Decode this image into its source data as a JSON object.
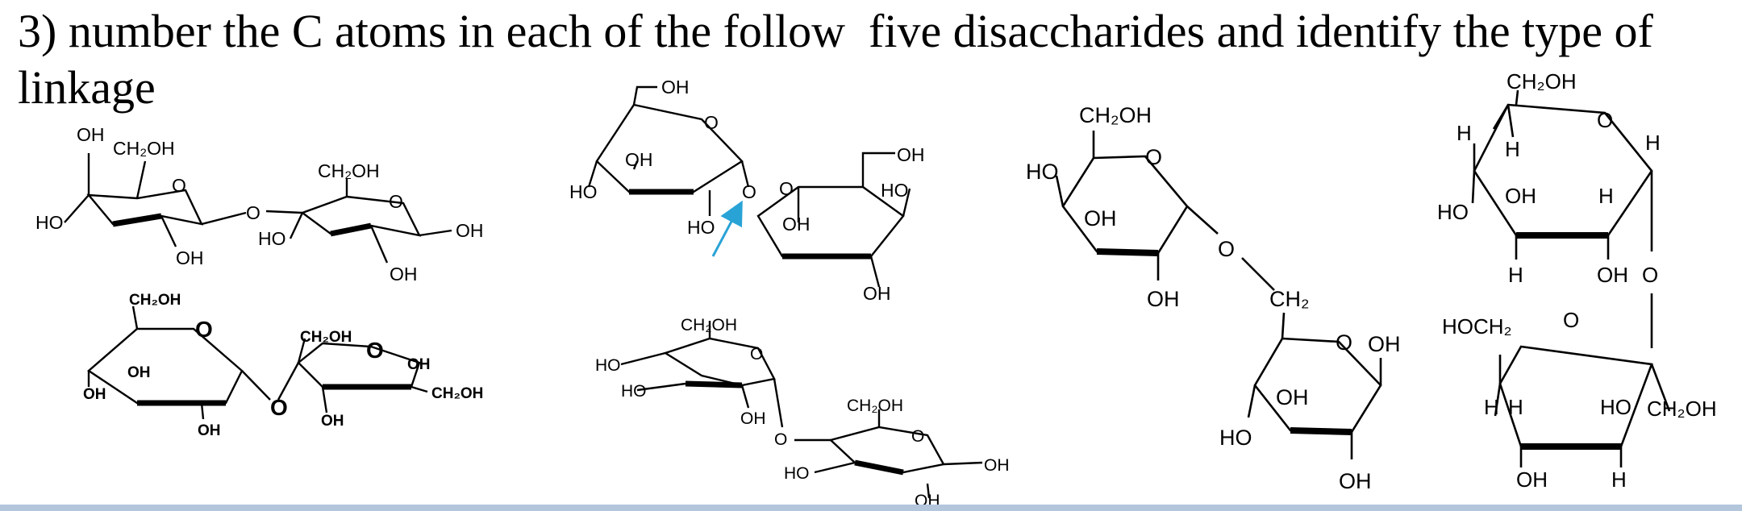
{
  "slide": {
    "title": "3) number the C atoms in each of the follow  five disaccharides and identify the type of linkage"
  },
  "colors": {
    "text": "#000000",
    "arrow": "#29a3d6",
    "bottom_rule": "#b3c6dc"
  },
  "molecules": {
    "m1": {
      "ring1": {
        "oh_top": "OH",
        "ch2oh": "CH₂OH",
        "o_ring": "O",
        "ho_left": "HO",
        "oh_bottom": "OH"
      },
      "bridge_o": "O",
      "ring2": {
        "ch2oh": "CH₂OH",
        "o_ring": "O",
        "ho_left": "HO",
        "oh_right": "OH",
        "oh_bottom": "OH"
      }
    },
    "m2": {
      "ring1": {
        "ch2oh": "CH₂OH",
        "o_ring": "O",
        "oh_left": "OH",
        "oh_mid": "OH",
        "oh_bottom": "OH"
      },
      "bridge_o": "O",
      "ring2": {
        "ch2oh": "CH₂OH",
        "o_ring": "O",
        "oh_ring": "OH",
        "ch2oh_right": "CH₂OH",
        "oh_bottom": "OH"
      }
    },
    "m3": {
      "ring1": {
        "oh_top": "OH",
        "o_ring": "O",
        "oh_mid": "OH",
        "ho_left": "HO",
        "ho_bottom": "HO"
      },
      "bridge_o": "O",
      "ring2": {
        "o_ring": "O",
        "oh_top": "OH",
        "ho_right": "HO",
        "oh_mid": "OH",
        "oh_bottom": "OH"
      }
    },
    "m4": {
      "ring1": {
        "ch2oh": "CH₂OH",
        "o_ring": "O",
        "ho_1": "HO",
        "ho_2": "HO",
        "oh_bottom": "OH"
      },
      "bridge_o": "O",
      "ring2": {
        "ch2oh": "CH₂OH",
        "o_ring": "O",
        "ho_left": "HO",
        "oh_right": "OH",
        "oh_bottom": "OH"
      }
    },
    "m5": {
      "ring1": {
        "ch2oh": "CH₂OH",
        "o_ring": "O",
        "ho_left": "HO",
        "oh_mid": "OH",
        "oh_bottom": "OH"
      },
      "bridge_o": "O",
      "ring2": {
        "ch2": "CH₂",
        "o_ring": "O",
        "oh_right": "OH",
        "oh_mid": "OH",
        "ho_left": "HO",
        "oh_bottom": "OH"
      }
    },
    "m6": {
      "ring1": {
        "ch2oh": "CH₂OH",
        "h_1": "H",
        "h_2": "H",
        "o_ring": "O",
        "h_3": "H",
        "ho_left": "HO",
        "oh_mid": "OH",
        "h_4": "H",
        "h_5": "H",
        "oh_bottom": "OH"
      },
      "bridge_o": "O",
      "ring2": {
        "hoch2": "HOCH₂",
        "o_ring": "O",
        "h_1": "H",
        "h_2": "H",
        "ho_right": "HO",
        "ch2oh": "CH₂OH",
        "oh_bottom": "OH",
        "h_3": "H"
      }
    }
  }
}
